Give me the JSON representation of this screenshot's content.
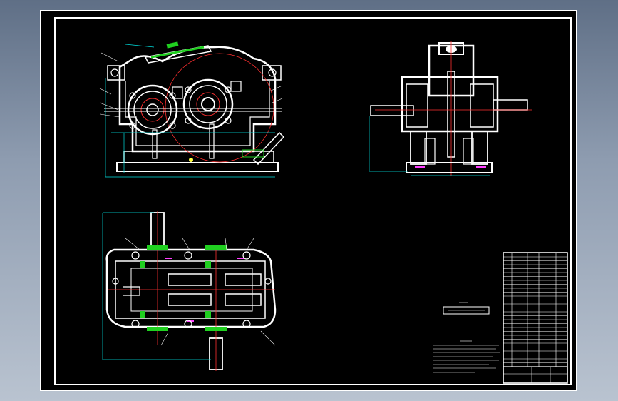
{
  "drawing": {
    "views": [
      "front-view",
      "side-view",
      "top-view"
    ],
    "colors": {
      "background": "#000000",
      "line": "#ffffff",
      "centerline": "#ff3030",
      "dimension": "#00e0e0",
      "hatch": "#20d020",
      "accent": "#ff40ff",
      "yellow": "#ffff40"
    },
    "notes_heading": "",
    "tech_requirements_heading": "",
    "title_block_heading": ""
  }
}
